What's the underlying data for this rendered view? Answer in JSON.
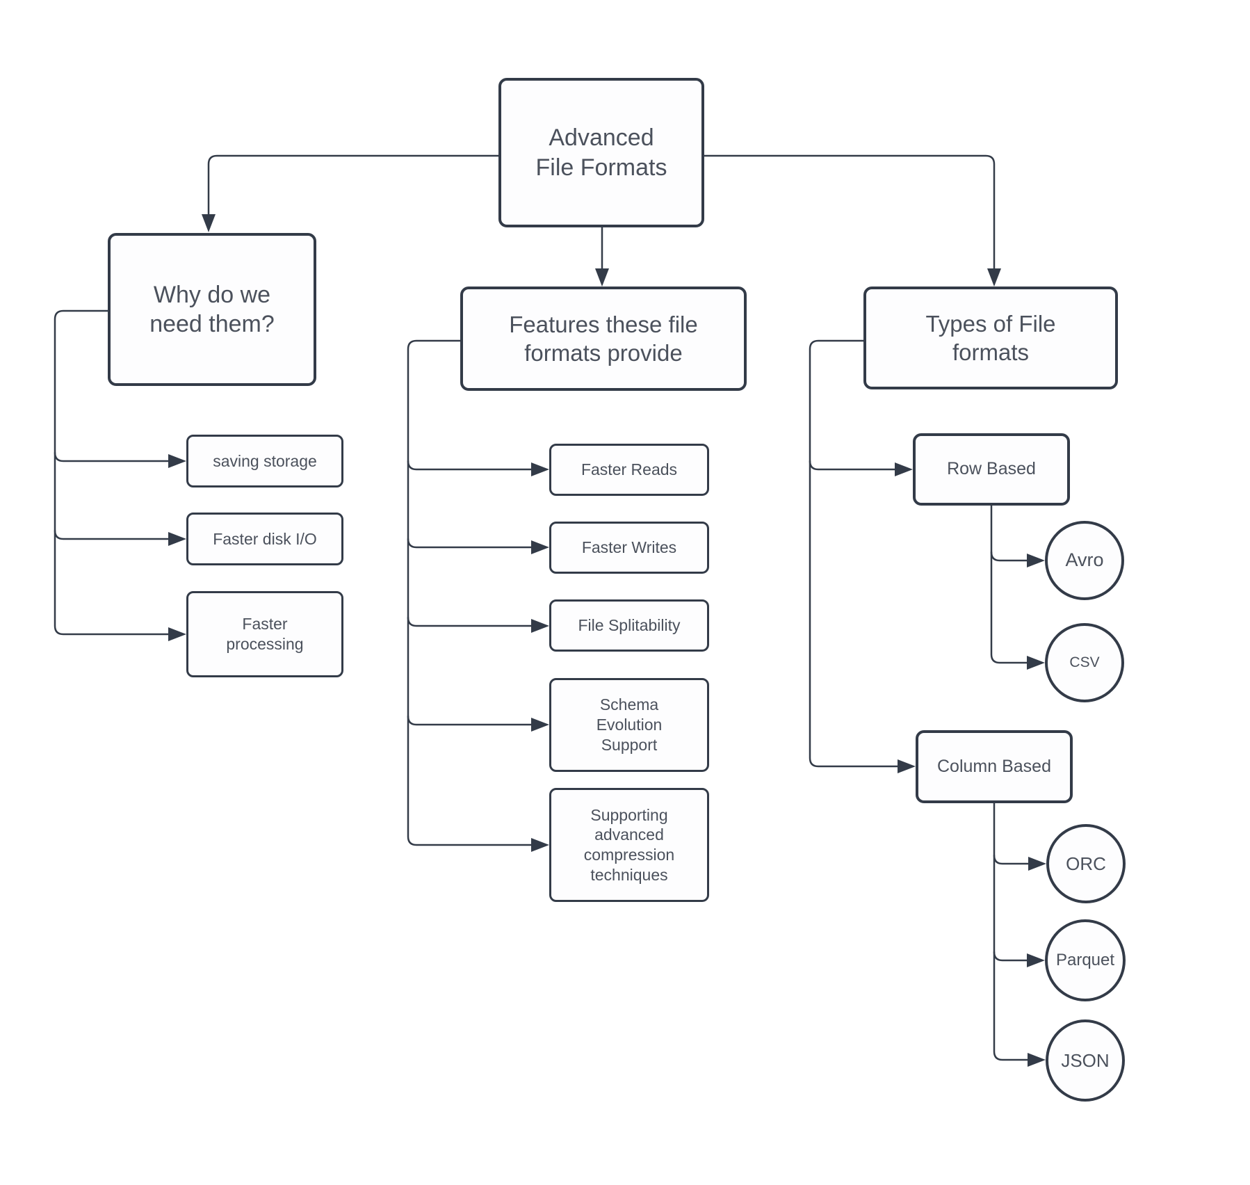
{
  "styles": {
    "stroke_color": "#333b48",
    "text_color": "#4b515c",
    "node_fill": "#fdfdfe",
    "background": "#ffffff"
  },
  "diagram": {
    "root": {
      "label": "Advanced\nFile Formats"
    },
    "why": {
      "header": "Why do we\nneed them?",
      "children": [
        {
          "label": "saving storage"
        },
        {
          "label": "Faster disk I/O"
        },
        {
          "label": "Faster\nprocessing"
        }
      ]
    },
    "features": {
      "header": "Features these file\nformats provide",
      "children": [
        {
          "label": "Faster Reads"
        },
        {
          "label": "Faster Writes"
        },
        {
          "label": "File Splitability"
        },
        {
          "label": "Schema\nEvolution\nSupport"
        },
        {
          "label": "Supporting\nadvanced\ncompression\ntechniques"
        }
      ]
    },
    "types": {
      "header": "Types of File\nformats",
      "groups": [
        {
          "label": "Row Based",
          "items": [
            {
              "label": "Avro"
            },
            {
              "label": "CSV"
            }
          ]
        },
        {
          "label": "Column Based",
          "items": [
            {
              "label": "ORC"
            },
            {
              "label": "Parquet"
            },
            {
              "label": "JSON"
            }
          ]
        }
      ]
    }
  }
}
